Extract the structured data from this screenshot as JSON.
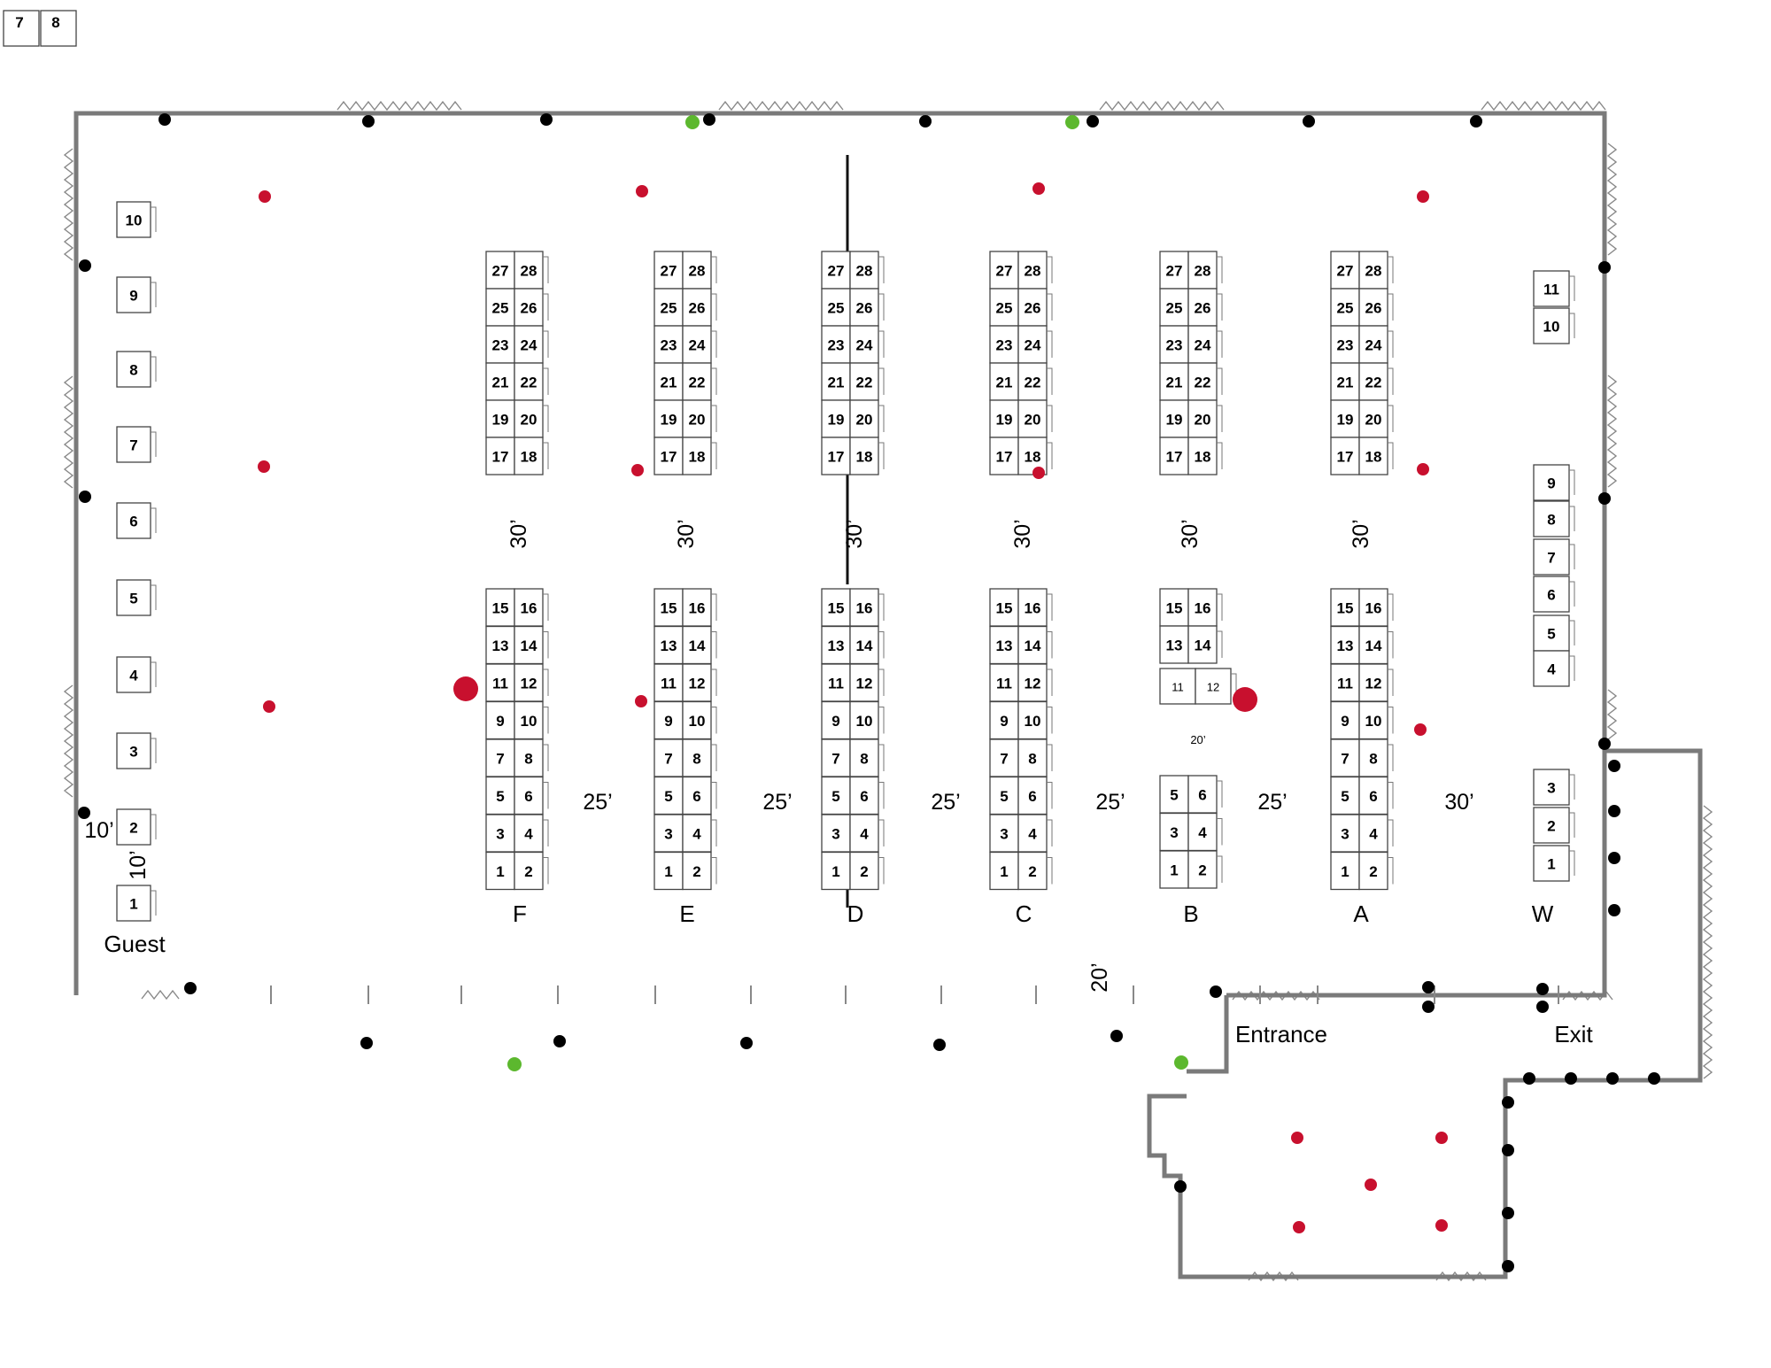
{
  "header": {
    "booths": [
      "7",
      "8"
    ]
  },
  "aisles": [
    {
      "label": "F",
      "upper": [
        "27",
        "28",
        "25",
        "26",
        "23",
        "24",
        "21",
        "22",
        "19",
        "20",
        "17",
        "18"
      ],
      "lower": [
        "15",
        "16",
        "13",
        "14",
        "11",
        "12",
        "9",
        "10",
        "7",
        "8",
        "5",
        "6",
        "3",
        "4",
        "1",
        "2"
      ]
    },
    {
      "label": "E",
      "upper": [
        "27",
        "28",
        "25",
        "26",
        "23",
        "24",
        "21",
        "22",
        "19",
        "20",
        "17",
        "18"
      ],
      "lower": [
        "15",
        "16",
        "13",
        "14",
        "11",
        "12",
        "9",
        "10",
        "7",
        "8",
        "5",
        "6",
        "3",
        "4",
        "1",
        "2"
      ]
    },
    {
      "label": "D",
      "upper": [
        "27",
        "28",
        "25",
        "26",
        "23",
        "24",
        "21",
        "22",
        "19",
        "20",
        "17",
        "18"
      ],
      "lower": [
        "15",
        "16",
        "13",
        "14",
        "11",
        "12",
        "9",
        "10",
        "7",
        "8",
        "5",
        "6",
        "3",
        "4",
        "1",
        "2"
      ]
    },
    {
      "label": "C",
      "upper": [
        "27",
        "28",
        "25",
        "26",
        "23",
        "24",
        "21",
        "22",
        "19",
        "20",
        "17",
        "18"
      ],
      "lower": [
        "15",
        "16",
        "13",
        "14",
        "11",
        "12",
        "9",
        "10",
        "7",
        "8",
        "5",
        "6",
        "3",
        "4",
        "1",
        "2"
      ]
    },
    {
      "label": "B",
      "upper": [
        "27",
        "28",
        "25",
        "26",
        "23",
        "24",
        "21",
        "22",
        "19",
        "20",
        "17",
        "18"
      ],
      "lower": [
        "15",
        "16",
        "13",
        "14",
        "11",
        "12",
        "5",
        "6",
        "3",
        "4",
        "1",
        "2"
      ]
    },
    {
      "label": "A",
      "upper": [
        "27",
        "28",
        "25",
        "26",
        "23",
        "24",
        "21",
        "22",
        "19",
        "20",
        "17",
        "18"
      ],
      "lower": [
        "15",
        "16",
        "13",
        "14",
        "11",
        "12",
        "9",
        "10",
        "7",
        "8",
        "5",
        "6",
        "3",
        "4",
        "1",
        "2"
      ]
    }
  ],
  "guest": {
    "label": "Guest",
    "booths": [
      "10",
      "9",
      "8",
      "7",
      "6",
      "5",
      "4",
      "3",
      "2",
      "1"
    ]
  },
  "wall_row": {
    "label": "W",
    "booths": [
      "11",
      "10",
      "9",
      "8",
      "7",
      "6",
      "5",
      "4",
      "3",
      "2",
      "1"
    ]
  },
  "dimensions": {
    "cross_aisle": "30’",
    "aisle_gap": "25’",
    "wall_gap": "30’",
    "b_gap": "20’",
    "guest_h": "10’",
    "guest_v": "10’",
    "entrance_gap": "20’"
  },
  "doors": {
    "entrance": "Entrance",
    "exit": "Exit"
  },
  "colors": {
    "wall": "#7a7a7a",
    "column": "#000000",
    "red_marker": "#c8102e",
    "green_marker": "#5cb82e"
  }
}
